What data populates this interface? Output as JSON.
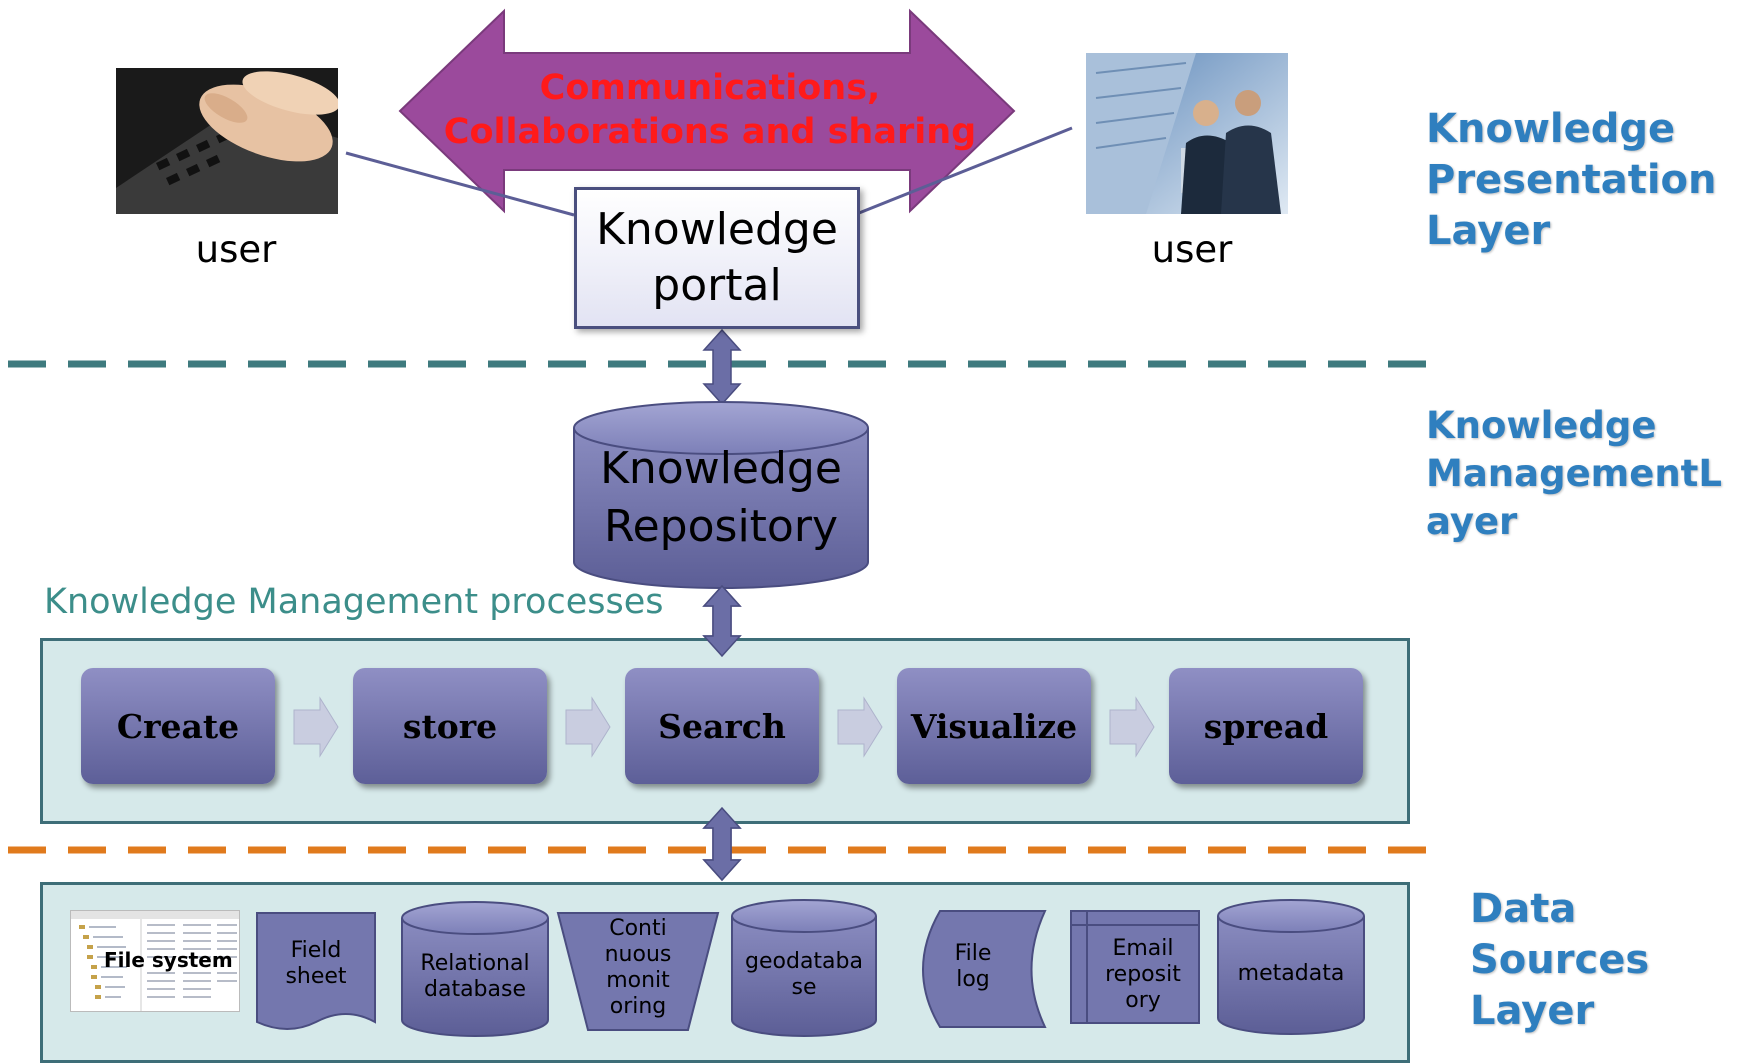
{
  "communications": {
    "line1": "Communications,",
    "line2": "Collaborations and sharing"
  },
  "portal": {
    "line1": "Knowledge",
    "line2": "portal"
  },
  "users": {
    "left_label": "user",
    "right_label": "user"
  },
  "layers": {
    "presentation": "Knowledge\nPresentation\nLayer",
    "management": "Knowledge\nManagementL\nayer",
    "data_sources": "Data\nSources\nLayer"
  },
  "repository": {
    "line1": "Knowledge",
    "line2": "Repository"
  },
  "km_processes": {
    "label": "Knowledge Management processes",
    "steps": [
      "Create",
      "store",
      "Search",
      "Visualize",
      "spread"
    ]
  },
  "data_sources": {
    "file_system": "File system",
    "field_sheet": "Field\nsheet",
    "relational": "Relational\ndatabase",
    "continuous": "Conti\nnuous\nmonit\noring",
    "geodatabase": "geodataba\nse",
    "file_log": "File\nlog",
    "email": "Email\nreposit\nory",
    "metadata": "metadata"
  },
  "colors": {
    "arrow_purple": "#9b4a9c",
    "comm_text": "#ff1a1a",
    "layer_title": "#2f7fbf",
    "dash_teal": "#3e7a7e",
    "dash_orange": "#e07a1c",
    "shape_purple": "#6b6ea6",
    "panel_fill": "#d6e9ea"
  },
  "icons": [
    "left-user-photo",
    "right-user-photo",
    "file-system-thumbnail"
  ]
}
